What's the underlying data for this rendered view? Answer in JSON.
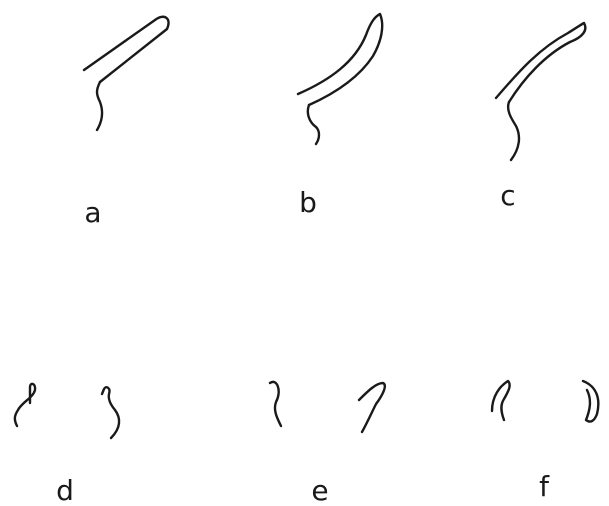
{
  "figure": {
    "panels": [
      {
        "id": "a",
        "label": "a"
      },
      {
        "id": "b",
        "label": "b"
      },
      {
        "id": "c",
        "label": "c"
      },
      {
        "id": "d",
        "label": "d"
      },
      {
        "id": "e",
        "label": "e"
      },
      {
        "id": "f",
        "label": "f"
      }
    ],
    "stroke_color": "#1a1a1a",
    "background_color": "#ffffff"
  }
}
